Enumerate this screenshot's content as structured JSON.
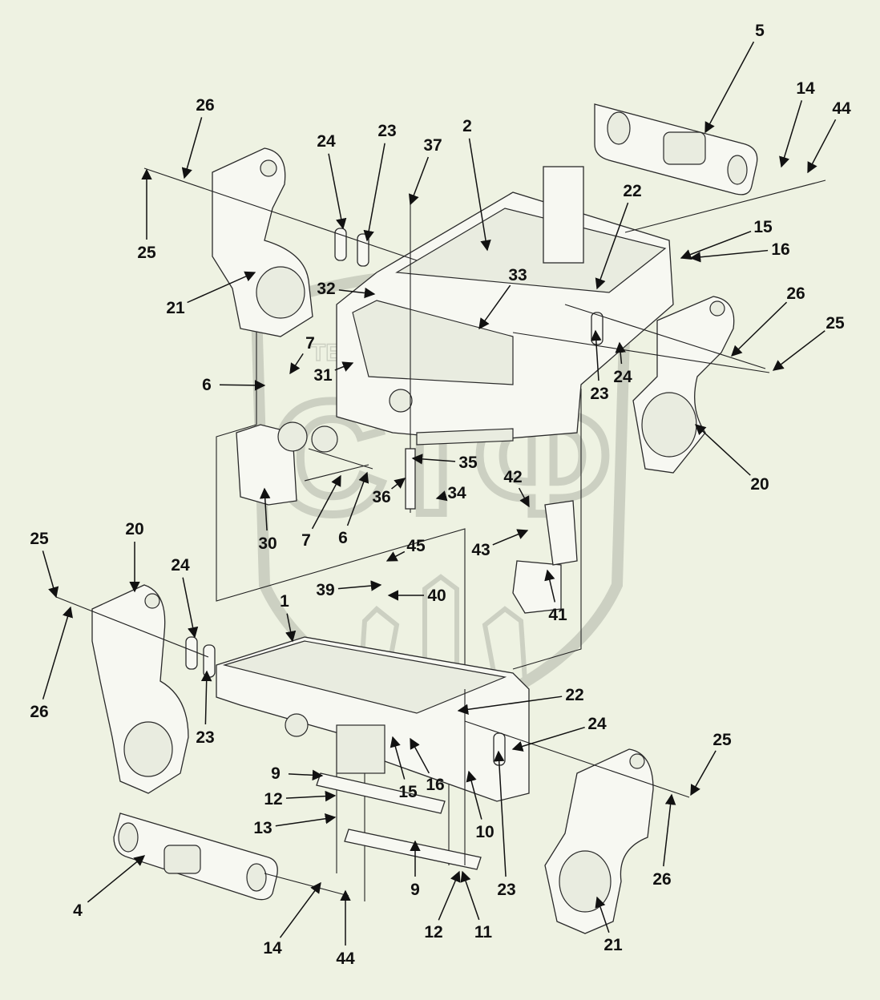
{
  "watermark": {
    "text": "ТЕХНИКА И ЗАПЧАСТИ",
    "logo": "СТФ"
  },
  "colors": {
    "background": "#eef2e2",
    "line": "#111111",
    "watermark": "#c9cdbf"
  },
  "callouts": [
    {
      "label": "5"
    },
    {
      "label": "14"
    },
    {
      "label": "44"
    },
    {
      "label": "26"
    },
    {
      "label": "24"
    },
    {
      "label": "23"
    },
    {
      "label": "37"
    },
    {
      "label": "2"
    },
    {
      "label": "22"
    },
    {
      "label": "15"
    },
    {
      "label": "16"
    },
    {
      "label": "25"
    },
    {
      "label": "33"
    },
    {
      "label": "32"
    },
    {
      "label": "21"
    },
    {
      "label": "26"
    },
    {
      "label": "25"
    },
    {
      "label": "7"
    },
    {
      "label": "31"
    },
    {
      "label": "6"
    },
    {
      "label": "24"
    },
    {
      "label": "23"
    },
    {
      "label": "35"
    },
    {
      "label": "20"
    },
    {
      "label": "36"
    },
    {
      "label": "34"
    },
    {
      "label": "42"
    },
    {
      "label": "30"
    },
    {
      "label": "7"
    },
    {
      "label": "6"
    },
    {
      "label": "43"
    },
    {
      "label": "25"
    },
    {
      "label": "20"
    },
    {
      "label": "45"
    },
    {
      "label": "24"
    },
    {
      "label": "39"
    },
    {
      "label": "40"
    },
    {
      "label": "1"
    },
    {
      "label": "41"
    },
    {
      "label": "26"
    },
    {
      "label": "23"
    },
    {
      "label": "22"
    },
    {
      "label": "24"
    },
    {
      "label": "25"
    },
    {
      "label": "9"
    },
    {
      "label": "16"
    },
    {
      "label": "15"
    },
    {
      "label": "12"
    },
    {
      "label": "13"
    },
    {
      "label": "10"
    },
    {
      "label": "26"
    },
    {
      "label": "4"
    },
    {
      "label": "9"
    },
    {
      "label": "23"
    },
    {
      "label": "14"
    },
    {
      "label": "44"
    },
    {
      "label": "12"
    },
    {
      "label": "11"
    },
    {
      "label": "21"
    },
    {
      "label": "25"
    },
    {
      "label": "26"
    }
  ]
}
